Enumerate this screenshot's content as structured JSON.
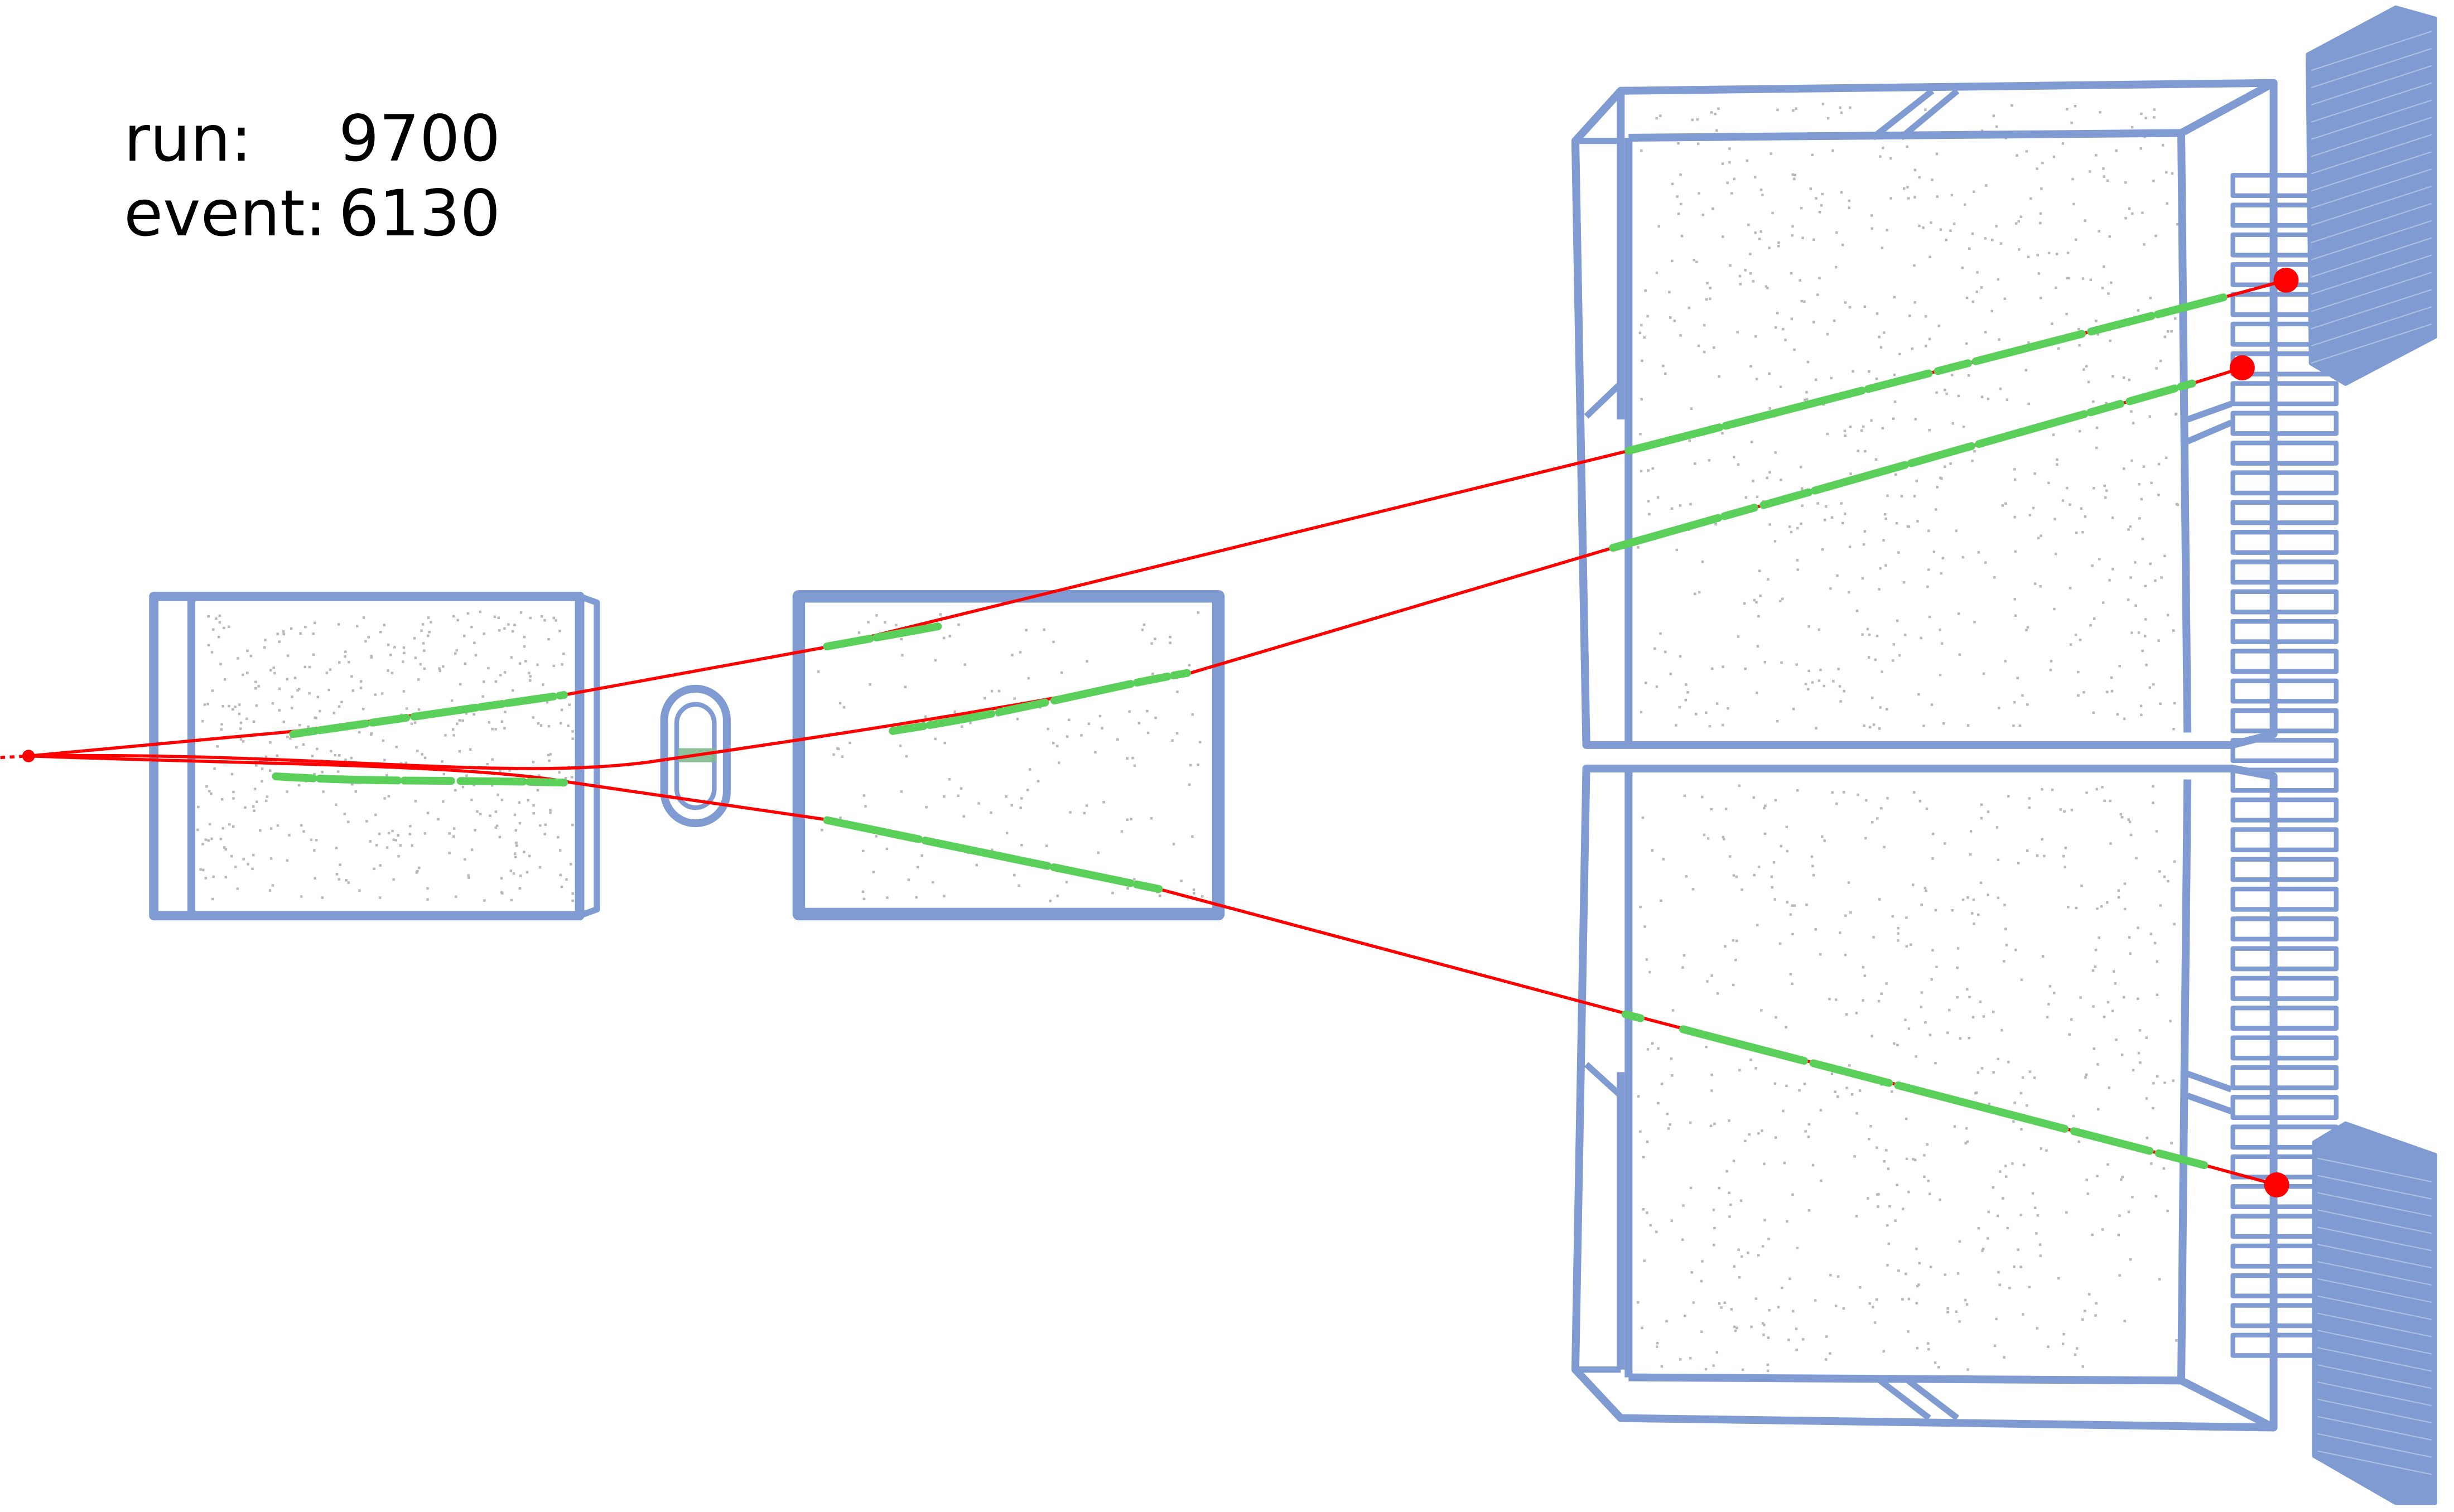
{
  "info": {
    "run_label": "run:",
    "run_value": "9700",
    "event_label": "event:",
    "event_value": "6130"
  },
  "colors": {
    "detector": "#7f9bd2",
    "track": "#ff0000",
    "hit": "#5ad05a",
    "noise": "#b8b8b8",
    "endpoint": "#ff0000"
  },
  "detectors": [
    {
      "name": "tpc-1"
    },
    {
      "name": "gas-target"
    },
    {
      "name": "tpc-2"
    },
    {
      "name": "tpc-upper"
    },
    {
      "name": "tpc-lower"
    },
    {
      "name": "tof-wall"
    },
    {
      "name": "calorimeter-upper"
    },
    {
      "name": "calorimeter-lower"
    }
  ],
  "tracks": [
    {
      "name": "track-upper",
      "endpoint": true
    },
    {
      "name": "track-middle",
      "endpoint": true
    },
    {
      "name": "track-lower",
      "endpoint": true
    }
  ]
}
